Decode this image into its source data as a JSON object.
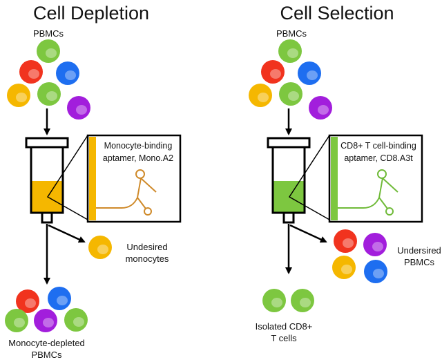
{
  "colors": {
    "green": "#7dc740",
    "red": "#f1331e",
    "blue": "#1e6ef0",
    "yellow": "#f5b700",
    "purple": "#a21edc",
    "depletion_fill": "#f5b700",
    "selection_fill": "#7dc740",
    "depletion_aptamer": "#cf8a2a",
    "selection_aptamer": "#6fba38"
  },
  "left_panel": {
    "title": "Cell Depletion",
    "input_label": "PBMCs",
    "zoom_text_line1": "Monocyte-binding",
    "zoom_text_line2": "aptamer, Mono.A2",
    "side_label_line1": "Undesired",
    "side_label_line2": "monocytes",
    "output_label_line1": "Monocyte-depleted",
    "output_label_line2": "PBMCs"
  },
  "right_panel": {
    "title": "Cell Selection",
    "input_label": "PBMCs",
    "zoom_text_line1": "CD8+ T cell-binding",
    "zoom_text_line2": "aptamer, CD8.A3t",
    "side_label_line1": "Undersired",
    "side_label_line2": "PBMCs",
    "output_label_line1": "Isolated CD8+",
    "output_label_line2": "T cells"
  }
}
